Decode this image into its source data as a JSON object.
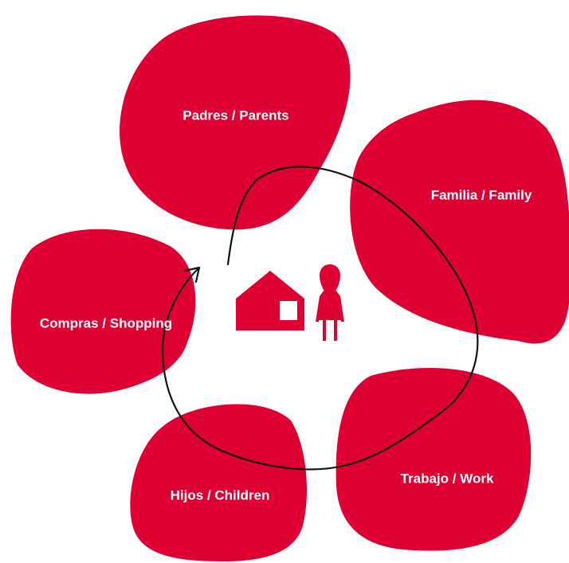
{
  "colors": {
    "accent": "#de0033",
    "line": "#111111",
    "label": "#ffffff",
    "background": "#ffffff"
  },
  "diagram": {
    "nodes": [
      {
        "id": "parents",
        "label": "Padres / Parents"
      },
      {
        "id": "family",
        "label": "Familia / Family"
      },
      {
        "id": "shopping",
        "label": "Compras / Shopping"
      },
      {
        "id": "children",
        "label": "Hijos / Children"
      },
      {
        "id": "work",
        "label": "Trabajo / Work"
      }
    ],
    "center_icons": [
      "house-icon",
      "woman-icon"
    ],
    "cycle_arrow": "clockwise-loop-arrow"
  }
}
